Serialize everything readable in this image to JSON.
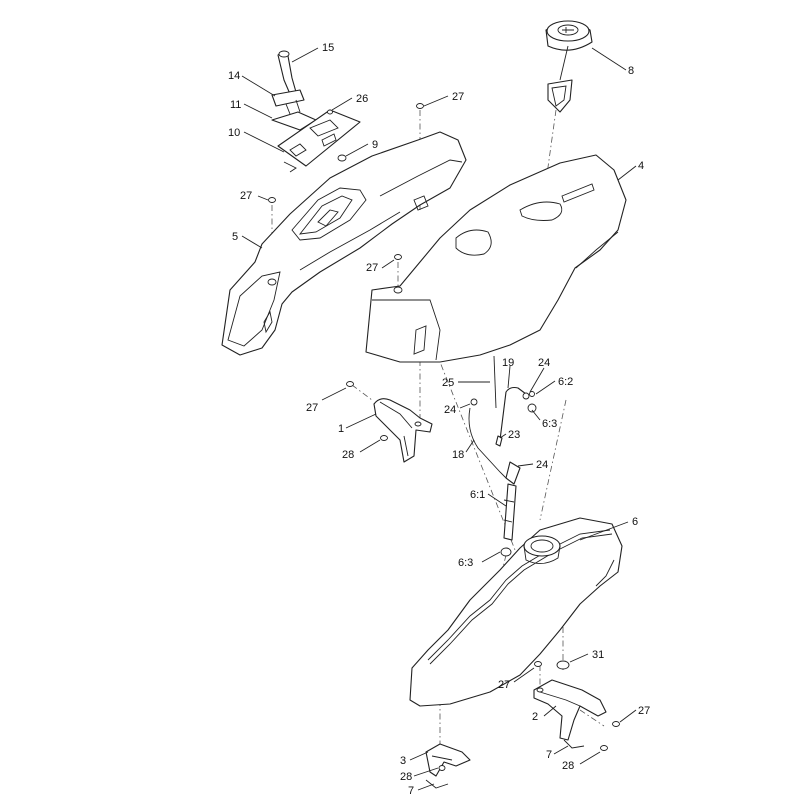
{
  "callouts": [
    {
      "id": "c15a",
      "text": "15"
    },
    {
      "id": "c14",
      "text": "14"
    },
    {
      "id": "c11",
      "text": "11"
    },
    {
      "id": "c26",
      "text": "26"
    },
    {
      "id": "c27a",
      "text": "27"
    },
    {
      "id": "c10",
      "text": "10"
    },
    {
      "id": "c9",
      "text": "9"
    },
    {
      "id": "c8",
      "text": "8"
    },
    {
      "id": "c4",
      "text": "4"
    },
    {
      "id": "c27b",
      "text": "27"
    },
    {
      "id": "c5",
      "text": "5"
    },
    {
      "id": "c27c",
      "text": "27"
    },
    {
      "id": "c19",
      "text": "19"
    },
    {
      "id": "c24a",
      "text": "24"
    },
    {
      "id": "c25",
      "text": "25"
    },
    {
      "id": "c62",
      "text": "6:2"
    },
    {
      "id": "c27d",
      "text": "27"
    },
    {
      "id": "c24b",
      "text": "24"
    },
    {
      "id": "c63a",
      "text": "6:3"
    },
    {
      "id": "c1",
      "text": "1"
    },
    {
      "id": "c23",
      "text": "23"
    },
    {
      "id": "c28a",
      "text": "28"
    },
    {
      "id": "c18",
      "text": "18"
    },
    {
      "id": "c24c",
      "text": "24"
    },
    {
      "id": "c61",
      "text": "6:1"
    },
    {
      "id": "c6",
      "text": "6"
    },
    {
      "id": "c63b",
      "text": "6:3"
    },
    {
      "id": "c31",
      "text": "31"
    },
    {
      "id": "c27e",
      "text": "27"
    },
    {
      "id": "c27f",
      "text": "27"
    },
    {
      "id": "c2",
      "text": "2"
    },
    {
      "id": "c3",
      "text": "3"
    },
    {
      "id": "c7a",
      "text": "7"
    },
    {
      "id": "c28b",
      "text": "28"
    },
    {
      "id": "c28c",
      "text": "28"
    },
    {
      "id": "c7b",
      "text": "7"
    }
  ]
}
